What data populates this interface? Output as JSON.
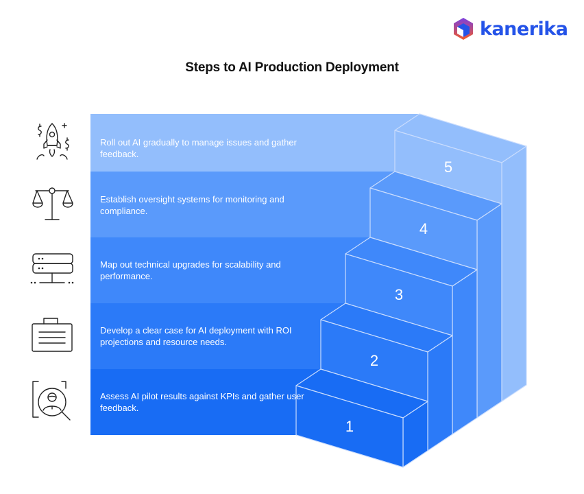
{
  "logo": {
    "text": "kanerika",
    "icon": "cube-logo-icon"
  },
  "title": "Steps to AI Production Deployment",
  "colors": {
    "step1": "#186CF4",
    "step2": "#2B7AF8",
    "step3": "#3F88FA",
    "step4": "#5A9AFB",
    "step5": "#93BEFC",
    "line": "#C9DCFD",
    "brand": "#2453E8"
  },
  "steps": [
    {
      "number": "1",
      "text": "Assess AI pilot results against KPIs and gather user feedback.",
      "icon": "user-search-icon"
    },
    {
      "number": "2",
      "text": "Develop a clear case for AI deployment with ROI projections and resource needs.",
      "icon": "briefcase-document-icon"
    },
    {
      "number": "3",
      "text": "Map out technical upgrades for scalability and performance.",
      "icon": "server-network-icon"
    },
    {
      "number": "4",
      "text": "Establish oversight systems for monitoring and compliance.",
      "icon": "balance-scale-icon"
    },
    {
      "number": "5",
      "text": "Roll out AI gradually to manage issues and gather feedback.",
      "icon": "rocket-launch-icon"
    }
  ]
}
